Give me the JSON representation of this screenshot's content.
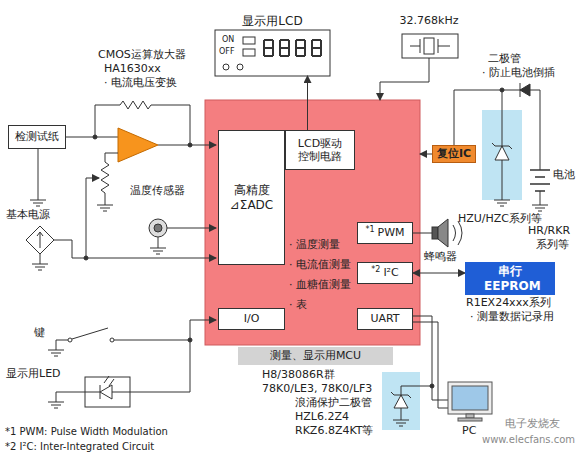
{
  "diagram": {
    "nodes": [
      {
        "text": [
          "显示用LCD"
        ]
      },
      {
        "text": [
          "32.768kHz"
        ]
      },
      {
        "text": [
          "检测试纸"
        ]
      },
      {
        "text": [
          "· 温度测量",
          "· 电流值测量",
          "· 血糖值测量",
          "· 表"
        ]
      },
      {
        "text": [
          "高精度 ⊿ΣADC"
        ],
        "in": 3
      },
      {
        "text": [
          "LCD驱动 控制电路"
        ],
        "in": 3
      },
      {
        "text": [
          "*1",
          "PWM"
        ],
        "in": 3
      },
      {
        "text": [
          "*2",
          "I²C"
        ],
        "in": 3
      },
      {
        "text": [
          "I/O"
        ],
        "in": 3
      },
      {
        "text": [
          "UART"
        ],
        "in": 3
      },
      {
        "text": [
          "测量、显示用MCU"
        ]
      },
      {
        "text": [
          "复位IC"
        ]
      },
      {
        "text": [
          "串行 EEPROM"
        ]
      }
    ],
    "edges": [
      {
        "from": 5,
        "to": 0,
        "arrow": "to"
      },
      {
        "from": 1,
        "to": 3,
        "arrow": "to"
      },
      {
        "from": 11,
        "to": 3,
        "arrow": "to"
      },
      {
        "from": 7,
        "to": 12,
        "arrow": "both"
      }
    ],
    "labels": [
      "ON",
      "OFF",
      "CMOS运算放大器",
      "HA1630xx",
      "· 电流电压变换",
      "温度传感器",
      "基本电源",
      "键",
      "显示用LED",
      "二极管",
      "· 防止电池倒插",
      "HZU/HZC系列等",
      "电池",
      "HR/RKR",
      "系列等",
      "蜂鸣器",
      "R1EX24xxx系列",
      "· 测量数据记录用",
      "H8/38086R群",
      "78K0/LE3, 78K0/LF3",
      "浪涌保护二极管",
      "HZL6.2Z4",
      "RKZ6.8Z4KT等",
      "PC",
      "*1 PWM: Pulse Width Modulation",
      "*2 I²C: Inter-Integrated Circuit",
      "电子发烧友",
      "www.elecfans.com"
    ]
  }
}
